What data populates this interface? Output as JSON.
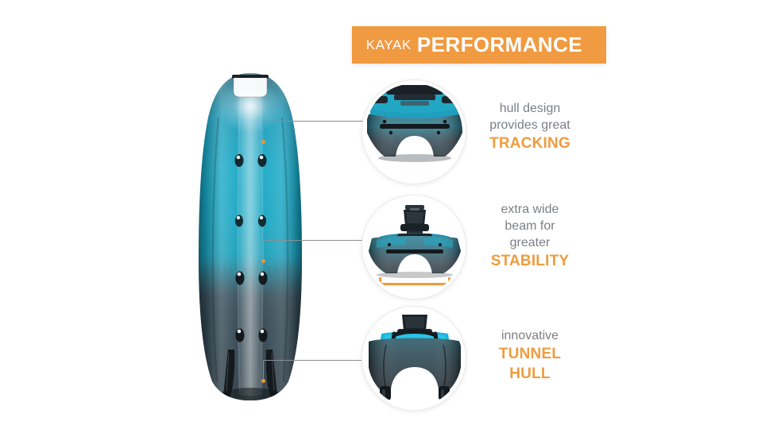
{
  "header": {
    "kayak_label": "KAYAK",
    "performance_label": "PERFORMANCE",
    "background_color": "#f09a42",
    "text_color": "#ffffff"
  },
  "colors": {
    "accent_orange": "#ef9c3e",
    "banner_orange": "#f09a42",
    "body_text_gray": "#7b7f84",
    "leader_line_gray": "#8a8f94",
    "marker_dot": "#e79a34",
    "hull_teal": "#19a7c0",
    "hull_teal_light": "#62c8d8",
    "hull_dark_slate": "#3a4750",
    "hull_deep": "#222c33",
    "background": "#ffffff"
  },
  "product": {
    "name": "kayak-hull-bottom-view",
    "description": "Kayak hull viewed from below with teal to dark slate gradient, carry handle, scupper holes and twin skegs"
  },
  "callouts": [
    {
      "id": "tracking",
      "image_caption": "kayak-stern-hull-closeup",
      "lines": [
        "hull design",
        "provides great"
      ],
      "emphasis": "TRACKING"
    },
    {
      "id": "stability",
      "image_caption": "kayak-rear-view-with-seat-and-beam-measure",
      "lines": [
        "extra wide",
        "beam for",
        "greater"
      ],
      "emphasis": "STABILITY",
      "has_measurement_bar": true,
      "measurement_bar_color": "#ef9c3e"
    },
    {
      "id": "tunnel",
      "image_caption": "kayak-tunnel-hull-underside",
      "lines": [
        "innovative"
      ],
      "emphasis": "TUNNEL HULL",
      "emphasis_lines": [
        "TUNNEL",
        "HULL"
      ]
    }
  ]
}
